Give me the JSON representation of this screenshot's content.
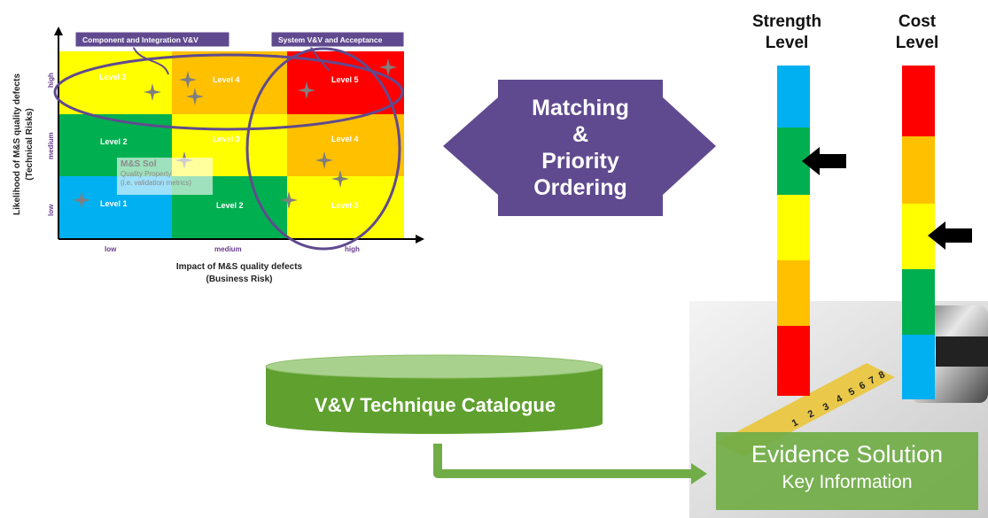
{
  "risk_matrix": {
    "y_axis_title_line1": "Likelihood of M&S quality defects",
    "y_axis_title_line2": "(Technical Risks)",
    "x_axis_title_line1": "Impact of M&S quality defects",
    "x_axis_title_line2": "(Business Risk)",
    "x_ticks": [
      "low",
      "medium",
      "high"
    ],
    "y_ticks": [
      "low",
      "medium",
      "high"
    ],
    "cells": [
      {
        "row": "high",
        "col": "low",
        "label": "Level 3",
        "color": "#ffff00"
      },
      {
        "row": "high",
        "col": "medium",
        "label": "Level 4",
        "color": "#ffc000"
      },
      {
        "row": "high",
        "col": "high",
        "label": "Level 5",
        "color": "#ff0000"
      },
      {
        "row": "medium",
        "col": "low",
        "label": "Level 2",
        "color": "#00b050"
      },
      {
        "row": "medium",
        "col": "medium",
        "label": "Level 3",
        "color": "#ffff00"
      },
      {
        "row": "medium",
        "col": "high",
        "label": "Level 4",
        "color": "#ffc000"
      },
      {
        "row": "low",
        "col": "low",
        "label": "Level 1",
        "color": "#00b0f0"
      },
      {
        "row": "low",
        "col": "medium",
        "label": "Level 2",
        "color": "#00b050"
      },
      {
        "row": "low",
        "col": "high",
        "label": "Level 3",
        "color": "#ffff00"
      }
    ],
    "callout_component": "Component  and Integration V&V",
    "callout_system": "System V&V and Acceptance",
    "ms_sol_title": "M&S Sol",
    "ms_sol_line1": "Quality Property",
    "ms_sol_line2": "(i.e. validation metrics)"
  },
  "matching": {
    "line1": "Matching",
    "line2": "&",
    "line3": "Priority",
    "line4": "Ordering",
    "color": "#604a8f"
  },
  "strength": {
    "heading_line1": "Strength",
    "heading_line2": "Level",
    "segments_top_to_bottom": [
      "#00b0f0",
      "#00b050",
      "#ffff00",
      "#ffc000",
      "#ff0000"
    ],
    "indicated_level": 4
  },
  "cost": {
    "heading_line1": "Cost",
    "heading_line2": "Level",
    "segments_top_to_bottom": [
      "#ff0000",
      "#ffc000",
      "#ffff00",
      "#00b050",
      "#00b0f0"
    ],
    "indicated_level": 3
  },
  "catalogue": {
    "label": "V&V Technique Catalogue",
    "color": "#5fa02f"
  },
  "evidence": {
    "title": "Evidence Solution",
    "subtitle": "Key Information"
  },
  "tape_numbers": [
    "1",
    "2",
    "3",
    "4",
    "5",
    "6",
    "7",
    "8"
  ]
}
